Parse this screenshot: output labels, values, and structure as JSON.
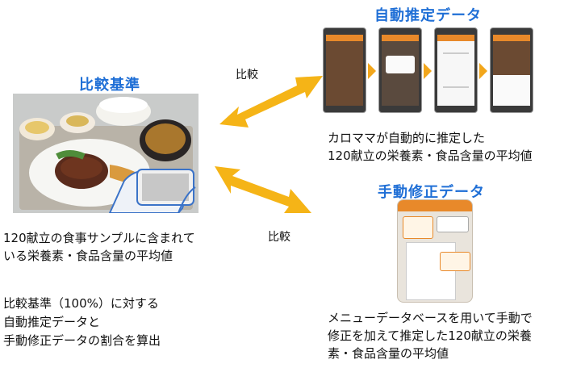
{
  "baseline": {
    "title": "比較基準",
    "caption_line1": "120献立の食事サンプルに含まれて",
    "caption_line2": "いる栄養素・食品含量の平均値"
  },
  "auto": {
    "title": "自動推定データ",
    "caption_line1": "カロママが自動的に推定した",
    "caption_line2": "120献立の栄養素・食品含量の平均値"
  },
  "manual": {
    "title": "手動修正データ",
    "caption_line1": "メニューデータベースを用いて手動で",
    "caption_line2": "修正を加えて推定した120献立の栄養",
    "caption_line3": "素・食品含量の平均値"
  },
  "compare_label_top": "比較",
  "compare_label_bottom": "比較",
  "summary": {
    "line1": "比較基準（100%）に対する",
    "line2": "自動推定データと",
    "line3": "手動修正データの割合を算出"
  },
  "colors": {
    "title": "#1f6fd6",
    "arrow": "#f5b417",
    "accent_orange": "#e8892a"
  }
}
